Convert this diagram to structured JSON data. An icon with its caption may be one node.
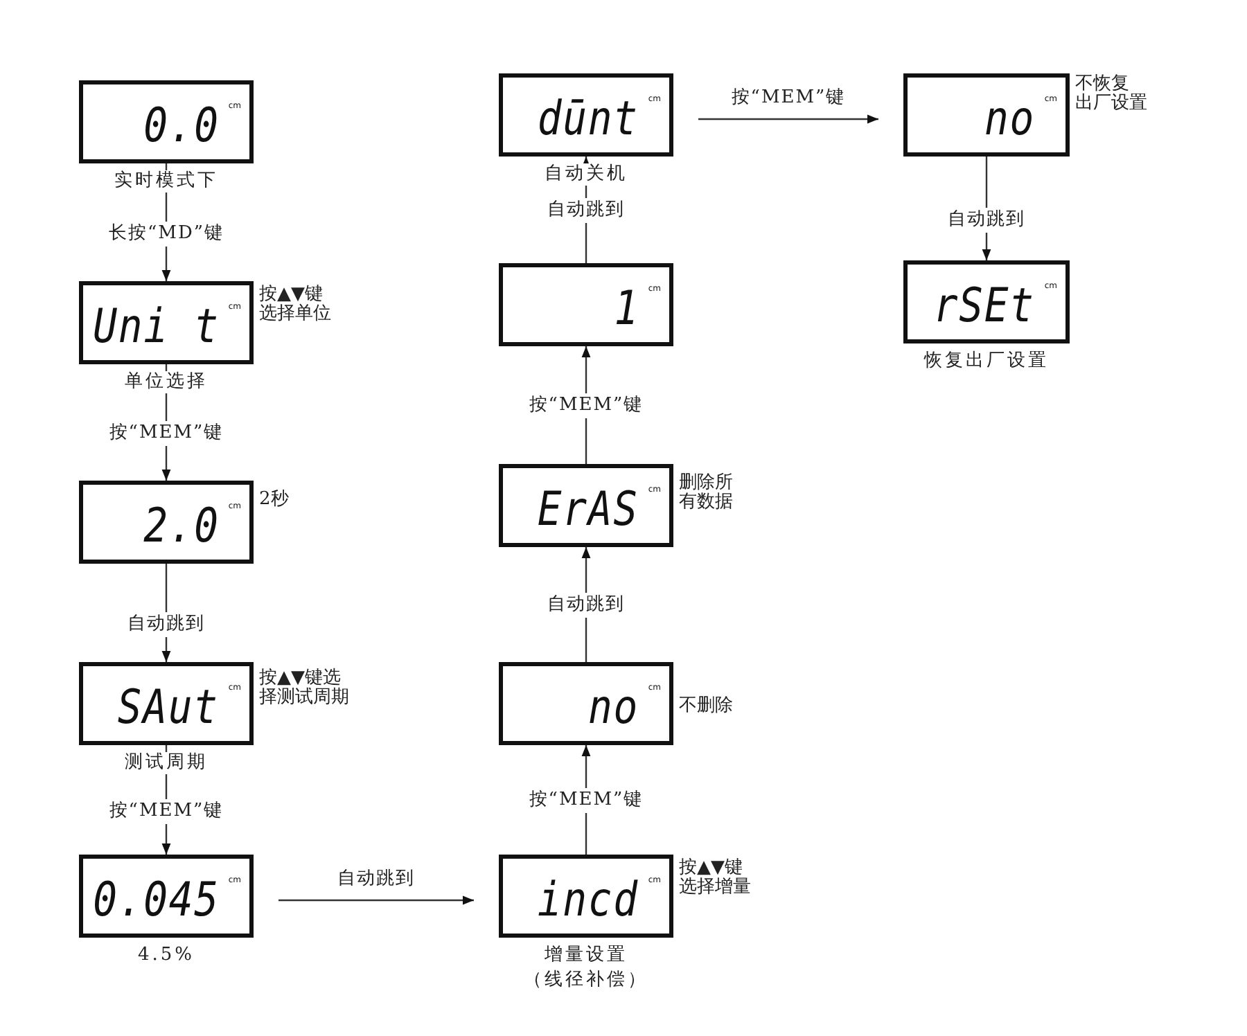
{
  "diagram": {
    "nodes": [
      {
        "text": [
          "0.0",
          "cm"
        ],
        "beside": [
          "实时模式下"
        ]
      },
      {
        "text": [
          "Uni t",
          "cm"
        ],
        "beside": [
          "按▲▼键选择单位",
          "单位选择"
        ]
      },
      {
        "text": [
          "2.0",
          "cm"
        ],
        "beside": [
          "2秒"
        ]
      },
      {
        "text": [
          "SAut",
          "cm"
        ],
        "beside": [
          "按▲▼键选择测试周期",
          "测试周期"
        ]
      },
      {
        "text": [
          "0.045",
          "cm"
        ],
        "beside": [
          "4.5%"
        ]
      },
      {
        "text": [
          "incd",
          "cm"
        ],
        "beside": [
          "按▲▼键选择增量",
          "增量设置",
          "（线径补偿）"
        ]
      },
      {
        "text": [
          "no",
          "cm"
        ],
        "beside": [
          "不删除"
        ]
      },
      {
        "text": [
          "ErAS",
          "cm"
        ],
        "beside": [
          "删除所有数据"
        ]
      },
      {
        "text": [
          "1",
          "cm"
        ]
      },
      {
        "text": [
          "dūnt",
          "cm"
        ],
        "beside": [
          "自动关机"
        ]
      },
      {
        "text": [
          "no",
          "cm"
        ],
        "beside": [
          "不恢复",
          "出厂设置"
        ]
      },
      {
        "text": [
          "rSEt",
          "cm"
        ],
        "beside": [
          "恢复出厂设置"
        ]
      }
    ],
    "edges": [
      {
        "from": 0,
        "to": 1,
        "arrow": "to",
        "label": "长按“MD”键"
      },
      {
        "from": 1,
        "to": 2,
        "arrow": "to",
        "label": "按“MEM”键"
      },
      {
        "from": 2,
        "to": 3,
        "arrow": "to",
        "label": "自动跳到"
      },
      {
        "from": 3,
        "to": 4,
        "arrow": "to",
        "label": "按“MEM”键"
      },
      {
        "from": 4,
        "to": 5,
        "arrow": "to",
        "label": "自动跳到"
      },
      {
        "from": 5,
        "to": 6,
        "arrow": "to",
        "label": "按“MEM”键"
      },
      {
        "from": 6,
        "to": 7,
        "arrow": "to",
        "label": "自动跳到"
      },
      {
        "from": 7,
        "to": 8,
        "arrow": "to",
        "label": "按“MEM”键"
      },
      {
        "from": 8,
        "to": 9,
        "arrow": "to",
        "label": "自动跳到"
      },
      {
        "from": 9,
        "to": 10,
        "arrow": "to",
        "label": "按“MEM”键"
      },
      {
        "from": 10,
        "to": 11,
        "arrow": "to",
        "label": "自动跳到"
      }
    ]
  }
}
